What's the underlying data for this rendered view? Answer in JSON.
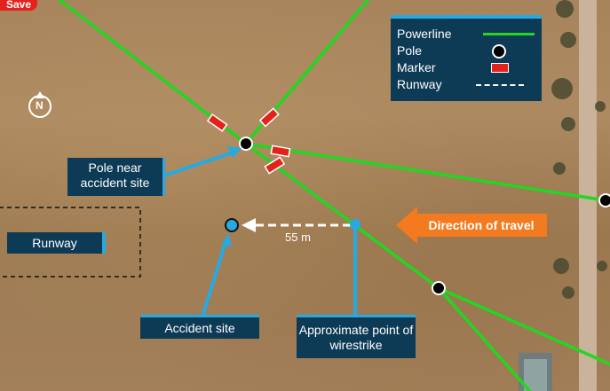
{
  "toolbar": {
    "save_label": "Save"
  },
  "legend": {
    "items": [
      {
        "label": "Powerline",
        "symbol": "green-line"
      },
      {
        "label": "Pole",
        "symbol": "black-circle"
      },
      {
        "label": "Marker",
        "symbol": "red-rectangle"
      },
      {
        "label": "Runway",
        "symbol": "dashed-line"
      }
    ]
  },
  "labels": {
    "pole_near_site": "Pole near accident site",
    "runway": "Runway",
    "accident_site": "Accident site",
    "wirestrike": "Approximate point of wirestrike",
    "direction": "Direction of travel",
    "distance": "55 m"
  },
  "compass": {
    "icon": "north-arrow-icon",
    "letter": "N"
  },
  "colors": {
    "powerline": "#22d622",
    "marker": "#e3231b",
    "callout": "#27a9e1",
    "label_bg": "#0d3a55",
    "direction_arrow": "#f47a1f"
  }
}
